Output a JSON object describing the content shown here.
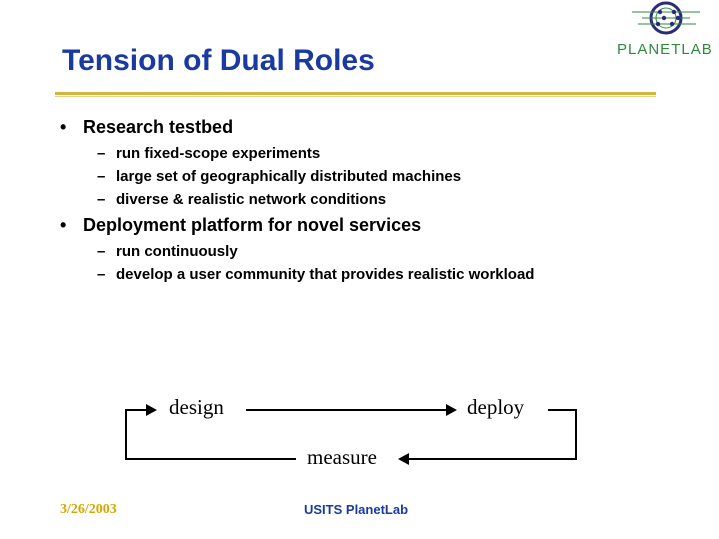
{
  "slide": {
    "title": "Tension of Dual Roles",
    "logo_text": "PLANETLAB",
    "bullets": [
      {
        "text": "Research testbed",
        "subs": [
          "run fixed-scope experiments",
          "large set of geographically distributed machines",
          "diverse & realistic network conditions"
        ]
      },
      {
        "text": "Deployment platform for novel services",
        "subs": [
          "run continuously",
          "develop a user community that provides realistic workload"
        ]
      }
    ],
    "bullet_glyph": "•",
    "sub_glyph": "–"
  },
  "diagram": {
    "design": "design",
    "deploy": "deploy",
    "measure": "measure"
  },
  "footer": {
    "date": "3/26/2003",
    "center": "USITS PlanetLab"
  },
  "colors": {
    "title": "#1a3aa0",
    "rule": "#d4b441",
    "logo": "#2e8a3a",
    "date": "#d4a800"
  }
}
